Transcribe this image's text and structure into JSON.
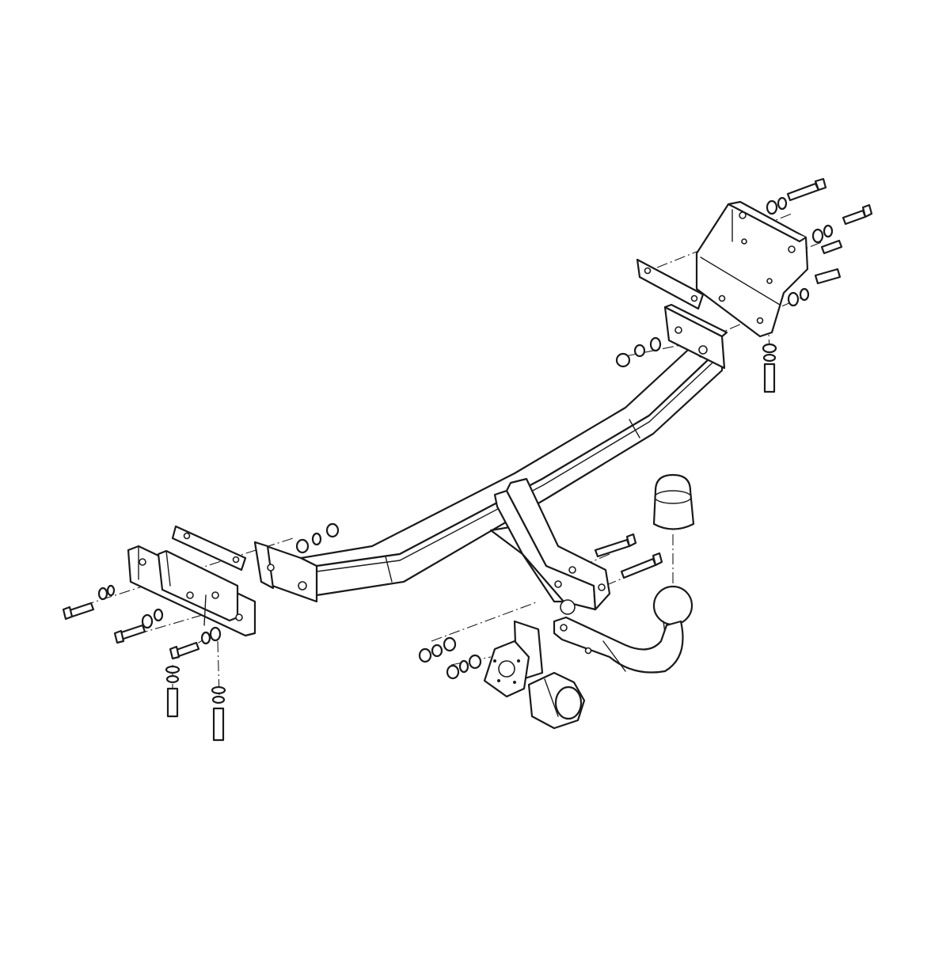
{
  "diagram": {
    "title": "",
    "parts": {
      "crossbar": "crossbar",
      "left_mount": "left-mounting-bracket",
      "right_mount": "right-mounting-bracket",
      "tow_ball": "detachable-tow-ball",
      "ball_cover": "tow-ball-cover",
      "socket": "electrical-socket",
      "socket_plate": "socket-mounting-plate"
    },
    "colors": {
      "line": "#1a1a1a",
      "background": "#ffffff"
    }
  }
}
